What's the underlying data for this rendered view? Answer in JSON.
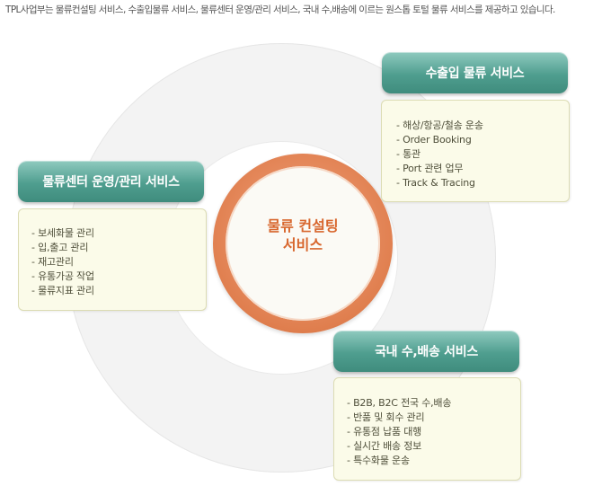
{
  "intro": "TPL사업부는 물류컨설팅 서비스, 수출입물류 서비스, 물류센터 운영/관리 서비스, 국내 수,배송에 이르는 원스톱 토털 물류 서비스를 제공하고 있습니다.",
  "center": {
    "line1": "물류 컨설팅",
    "line2": "서비스"
  },
  "import_export": {
    "title": "수출입 물류 서비스",
    "items": [
      "- 해상/항공/철송 운송",
      "- Order Booking",
      "- 통관",
      "- Port 관련 업무",
      "- Track & Tracing"
    ]
  },
  "center_ops": {
    "title": "물류센터 운영/관리 서비스",
    "items": [
      "- 보세화물 관리",
      "- 입,출고 관리",
      "- 재고관리",
      "- 유통가공 작업",
      "- 물류지표 관리"
    ]
  },
  "domestic": {
    "title": "국내 수,배송 서비스",
    "items": [
      "- B2B, B2C 전국 수,배송",
      "- 반품 및 회수 관리",
      "- 유통점 납품 대행",
      "- 실시간 배송 정보",
      "- 특수화물 운송"
    ]
  },
  "colors": {
    "teal": "#4f9e8f",
    "orange": "#e07f4f",
    "box_bg": "#fbfbe9"
  }
}
